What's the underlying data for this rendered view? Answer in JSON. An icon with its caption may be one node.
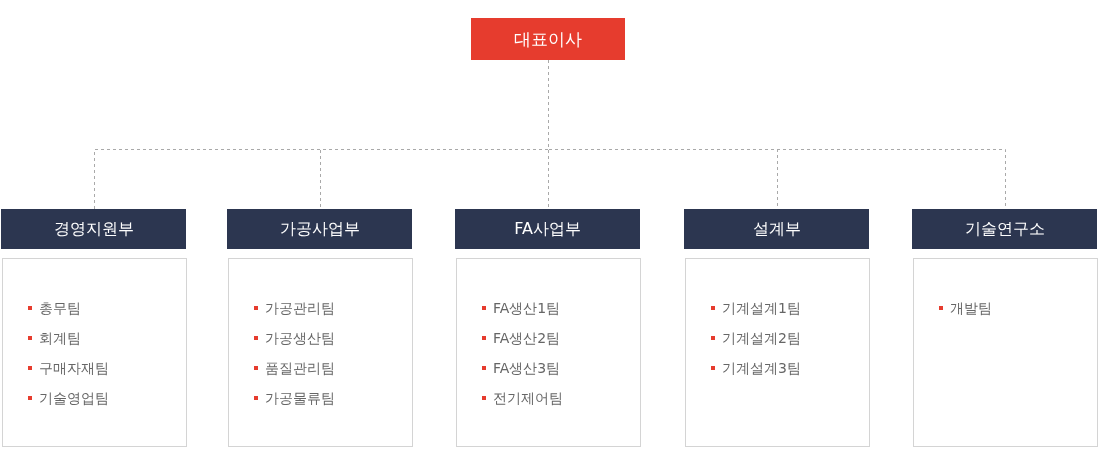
{
  "diagram": {
    "nodes": [
      {
        "text": [
          "대표이사"
        ]
      },
      {
        "text": [
          "경영지원부"
        ]
      },
      {
        "text": [
          "가공사업부"
        ]
      },
      {
        "text": [
          "FA사업부"
        ]
      },
      {
        "text": [
          "설계부"
        ]
      },
      {
        "text": [
          "기술연구소"
        ]
      },
      {
        "text": [
          "총무팀",
          "회계팀",
          "구매자재팀",
          "기술영업팀"
        ]
      },
      {
        "text": [
          "가공관리팀",
          "가공생산팀",
          "품질관리팀",
          "가공물류팀"
        ]
      },
      {
        "text": [
          "FA생산1팀",
          "FA생산2팀",
          "FA생산3팀",
          "전기제어팀"
        ]
      },
      {
        "text": [
          "기계설계1팀",
          "기계설계2팀",
          "기계설계3팀"
        ]
      },
      {
        "text": [
          "개발팀"
        ]
      }
    ],
    "edges": [
      {
        "from": 0,
        "to": 1,
        "arrow": "none",
        "style": "dashed"
      },
      {
        "from": 0,
        "to": 2,
        "arrow": "none",
        "style": "dashed"
      },
      {
        "from": 0,
        "to": 3,
        "arrow": "none",
        "style": "dashed"
      },
      {
        "from": 0,
        "to": 4,
        "arrow": "none",
        "style": "dashed"
      },
      {
        "from": 0,
        "to": 5,
        "arrow": "none",
        "style": "dashed"
      }
    ]
  }
}
